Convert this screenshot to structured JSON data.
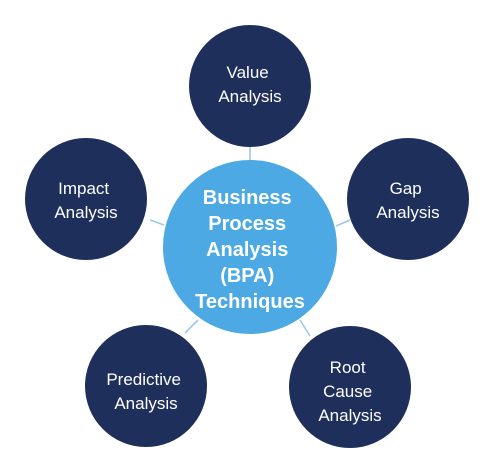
{
  "diagram": {
    "center": {
      "lines": [
        "Business",
        "Process",
        "Analysis",
        "(BPA)",
        "Techniques"
      ],
      "color": "#4da9e4"
    },
    "nodes": [
      {
        "id": "value",
        "lines": [
          "Value",
          "Analysis"
        ]
      },
      {
        "id": "gap",
        "lines": [
          "Gap",
          "Analysis"
        ]
      },
      {
        "id": "root-cause",
        "lines": [
          "Root",
          "Cause",
          "Analysis"
        ]
      },
      {
        "id": "predictive",
        "lines": [
          "Predictive",
          "Analysis"
        ]
      },
      {
        "id": "impact",
        "lines": [
          "Impact",
          "Analysis"
        ]
      }
    ],
    "node_color": "#1f2f5c",
    "connector_color": "#9cc8ea",
    "text_color": "#ffffff"
  }
}
